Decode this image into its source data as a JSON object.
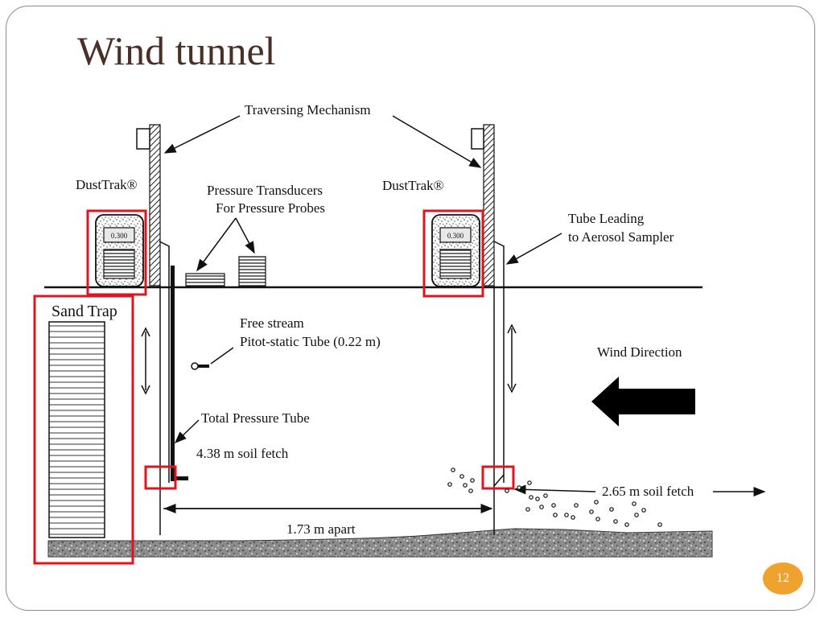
{
  "slide": {
    "title": "Wind tunnel",
    "page_number": "12"
  },
  "diagram": {
    "labels": {
      "traversing_mechanism": "Traversing  Mechanism",
      "dusttrak_left": "DustTrak®",
      "dusttrak_right": "DustTrak®",
      "pressure_transducers_line1": "Pressure Transducers",
      "pressure_transducers_line2": "For Pressure Probes",
      "tube_leading_line1": "Tube Leading",
      "tube_leading_line2": "to Aerosol Sampler",
      "sand_trap": "Sand Trap",
      "free_stream_line1": "Free stream",
      "free_stream_line2": "Pitot-static Tube (0.22 m)",
      "wind_direction": "Wind Direction",
      "total_pressure_tube": "Total Pressure Tube",
      "soil_fetch_438": "4.38 m soil fetch",
      "soil_fetch_265": "2.65 m soil fetch",
      "apart": "1.73 m apart",
      "dusttrak_display_left": "0.300",
      "dusttrak_display_right": "0.300"
    },
    "highlight_color": "#e0141e"
  }
}
